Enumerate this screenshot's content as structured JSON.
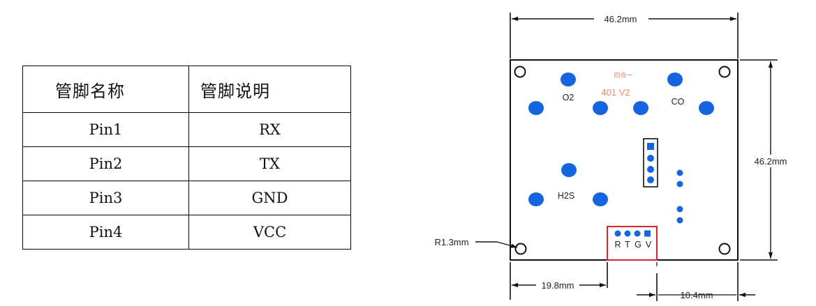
{
  "pin_table": {
    "headers": [
      "管脚名称",
      "管脚说明"
    ],
    "rows": [
      {
        "pin": "Pin1",
        "desc": "RX"
      },
      {
        "pin": "Pin2",
        "desc": "TX"
      },
      {
        "pin": "Pin3",
        "desc": "GND"
      },
      {
        "pin": "Pin4",
        "desc": "VCC"
      }
    ]
  },
  "board": {
    "width_label": "46.2mm",
    "height_label": "46.2mm",
    "corner_radius_label": "R1.3mm",
    "offset_left_label": "19.8mm",
    "offset_right_label": "10.4mm",
    "silk_o2": "O2",
    "silk_co": "CO",
    "silk_h2s": "H2S",
    "silk_brand": "四合一",
    "silk_version": "401 V2",
    "connector_labels": [
      "R",
      "T",
      "G",
      "V"
    ],
    "pad_color": "#1565e0",
    "highlight_color": "#d9252a"
  }
}
